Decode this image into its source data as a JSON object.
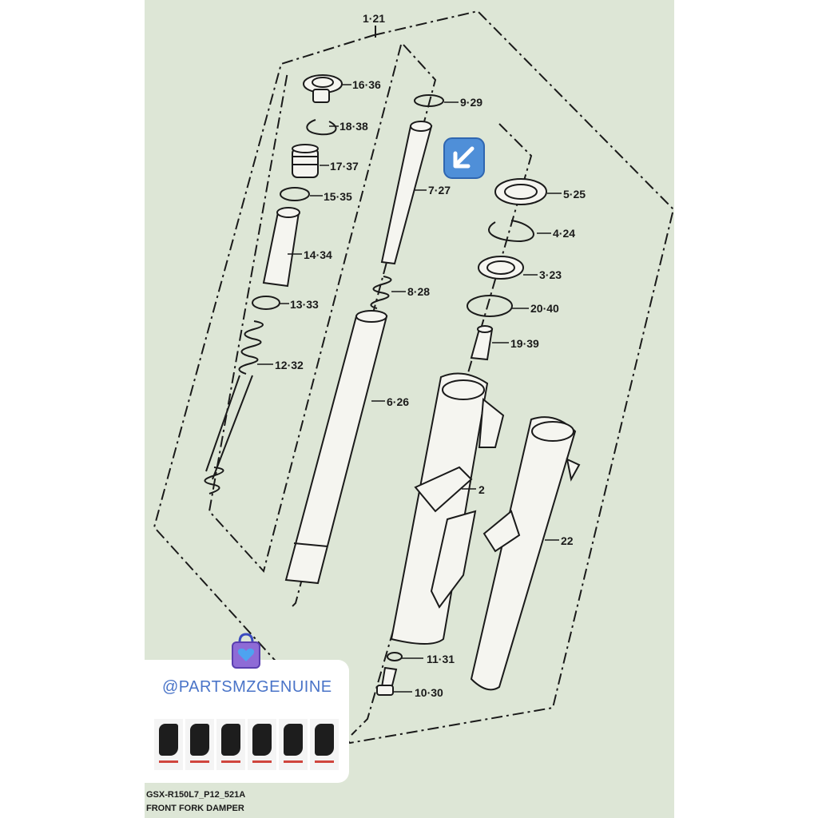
{
  "callouts": {
    "c_1_21": "1·21",
    "c_16_36": "16·36",
    "c_18_38": "18·38",
    "c_17_37": "17·37",
    "c_15_35": "15·35",
    "c_14_34": "14·34",
    "c_13_33": "13·33",
    "c_12_32": "12·32",
    "c_9_29": "9·29",
    "c_7_27": "7·27",
    "c_8_28": "8·28",
    "c_6_26": "6·26",
    "c_5_25": "5·25",
    "c_4_24": "4·24",
    "c_3_23": "3·23",
    "c_20_40": "20·40",
    "c_19_39": "19·39",
    "c_2": "2",
    "c_22": "22",
    "c_11_31": "11·31",
    "c_10_30": "10·30"
  },
  "caption": {
    "line1": "GSX-R150L7_P12_521A",
    "line2": "FRONT FORK DAMPER"
  },
  "shop": {
    "handle": "@PARTSMZGENUINE"
  },
  "icons": {
    "bag": "shopping-bag-heart-icon",
    "arrow": "down-left-arrow-icon"
  },
  "colors": {
    "background": "#dde6d6",
    "handle": "#4a74c8",
    "arrow_button": "#4f8fd8"
  }
}
